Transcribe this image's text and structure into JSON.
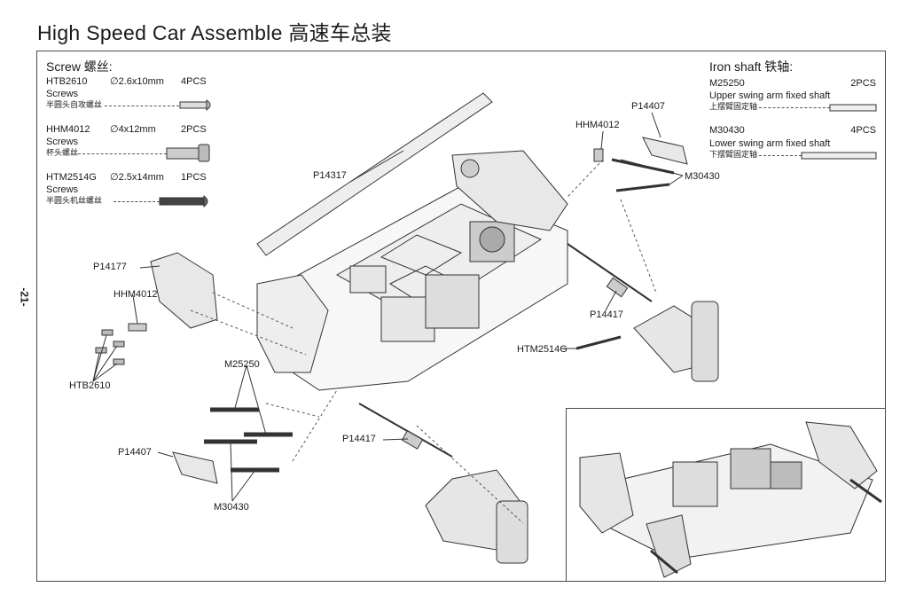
{
  "page": {
    "title": "High Speed Car Assemble 高速车总装",
    "page_number": "-21-"
  },
  "screws": {
    "heading": "Screw 螺丝:",
    "items": [
      {
        "code": "HTB2610",
        "size": "∅2.6x10mm",
        "qty": "4PCS",
        "type_en": "Screws",
        "type_cn": "半圆头自攻螺丝"
      },
      {
        "code": "HHM4012",
        "size": "∅4x12mm",
        "qty": "2PCS",
        "type_en": "Screws",
        "type_cn": "杯头螺丝"
      },
      {
        "code": "HTM2514G",
        "size": "∅2.5x14mm",
        "qty": "1PCS",
        "type_en": "Screws",
        "type_cn": "半圆头机丝螺丝"
      }
    ]
  },
  "shafts": {
    "heading": "Iron shaft 铁轴:",
    "items": [
      {
        "code": "M25250",
        "qty": "2PCS",
        "desc_en": "Upper swing arm fixed shaft",
        "desc_cn": "上摆臂固定轴"
      },
      {
        "code": "M30430",
        "qty": "4PCS",
        "desc_en": "Lower swing arm fixed shaft",
        "desc_cn": "下摆臂固定轴"
      }
    ]
  },
  "callouts": {
    "p14317": "P14317",
    "p14407_top": "P14407",
    "hhm4012_top": "HHM4012",
    "m30430_top": "M30430",
    "p14177": "P14177",
    "hhm4012_left": "HHM4012",
    "htb2610": "HTB2610",
    "p14417_right": "P14417",
    "htm2514g": "HTM2514G",
    "m25250": "M25250",
    "p14417_bottom": "P14417",
    "p14407_bottom": "P14407",
    "m30430_bottom": "M30430"
  }
}
